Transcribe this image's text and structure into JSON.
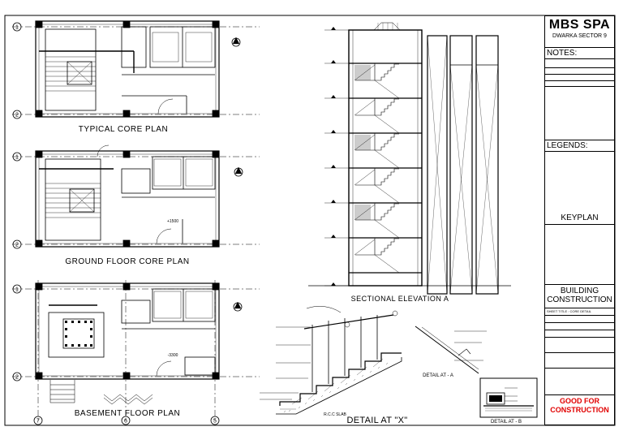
{
  "plans": {
    "typical_title": "TYPICAL CORE PLAN",
    "ground_title": "GROUND FLOOR CORE PLAN",
    "basement_title": "BASEMENT FLOOR PLAN",
    "grid_ids": [
      "1",
      "2"
    ],
    "bottom_grid_ids": [
      "7",
      "6",
      "5"
    ],
    "ground_level": "+1500",
    "basement_level": "-3300"
  },
  "section": {
    "title": "SECTIONAL ELEVATION  A"
  },
  "details": {
    "x_title": "DETAIL AT \"X\"",
    "x_slab_label": "R.C.C SLAB",
    "a_title": "DETAIL AT - A",
    "b_title": "DETAIL AT - B"
  },
  "titleblock": {
    "project": "MBS SPA",
    "location": "DWARKA SECTOR 9",
    "notes_heading": "NOTES:",
    "legends_heading": "LEGENDS:",
    "keyplan_label": "KEYPLAN",
    "drawing_title_line1": "BUILDING",
    "drawing_title_line2": "CONSTRUCTION",
    "sheet_title": "SHEET TITLE : CORE DETAIL",
    "status_line1": "GOOD FOR",
    "status_line2": "CONSTRUCTION"
  },
  "colors": {
    "ink": "#000000",
    "status": "#e10000"
  }
}
